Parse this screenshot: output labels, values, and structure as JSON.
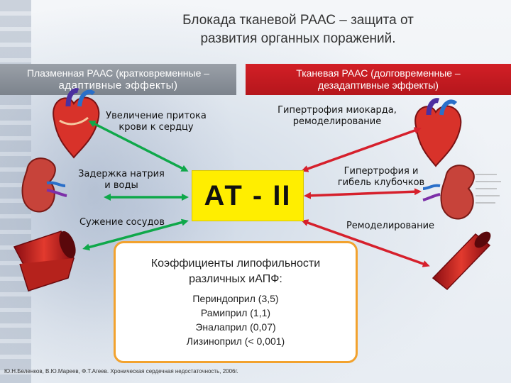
{
  "title": {
    "line1": "Блокада тканевой РААС – защита от",
    "line2": "развития органных поражений."
  },
  "left_header": {
    "line1": "Плазменная РААС (кратковременные –",
    "line2": "адаптивные эффекты)"
  },
  "right_header": {
    "line1": "Тканевая РААС (долговременные –",
    "line2": "дезадаптивные эффекты)"
  },
  "left_effects": {
    "blood_flow": {
      "line1": "Увеличение притока",
      "line2": "крови к сердцу"
    },
    "sodium": {
      "line1": "Задержка натрия",
      "line2": "и воды"
    },
    "vasoconstriction": "Сужение сосудов"
  },
  "right_effects": {
    "hypertrophy": {
      "line1": "Гипертрофия миокарда,",
      "line2": "ремоделирование"
    },
    "glomeruli": {
      "line1": "Гипертрофия и",
      "line2": "гибель клубочков"
    },
    "remodeling": "Ремоделирование"
  },
  "center_label": "АТ - II",
  "coefficients": {
    "title_line1": "Коэффициенты липофильности",
    "title_line2": "различных иАПФ:",
    "items": [
      "Периндоприл (3,5)",
      "Рамиприл (1,1)",
      "Эналаприл (0,07)",
      "Лизиноприл (< 0,001)"
    ]
  },
  "footer": "Ю.Н.Беленков, В.Ю.Мареев, Ф.Т.Агеев. Хроническая сердечная недостаточность, 2006г.",
  "colors": {
    "arrow_green": "#0fa84a",
    "arrow_red": "#d6202c",
    "header_red": "#c8191f",
    "header_gray": "#8a9099",
    "center_yellow": "#ffee00",
    "box_border": "#f2a22e"
  }
}
